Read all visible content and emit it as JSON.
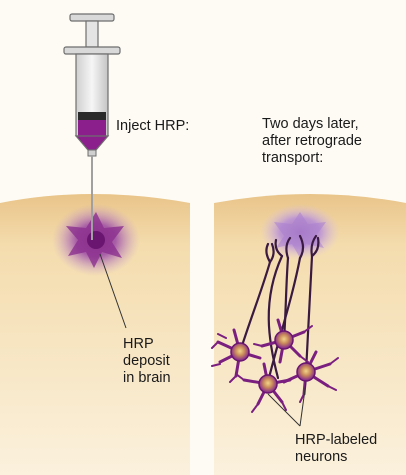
{
  "labels": {
    "inject": "Inject HRP:",
    "later": "Two days later,\nafter retrograde\ntransport:",
    "deposit": "HRP\ndeposit\nin brain",
    "neurons": "HRP-labeled\nneurons"
  },
  "colors": {
    "background": "#fdfbf4",
    "brain_tissue": "#f1d6a4",
    "hrp_purple": "#8b2f8f",
    "hrp_glow": "#b07acb",
    "syringe_outline": "#6e6e6e",
    "syringe_body": "#e8e8e8"
  },
  "icons": [
    "syringe-icon",
    "neuron-icon"
  ]
}
